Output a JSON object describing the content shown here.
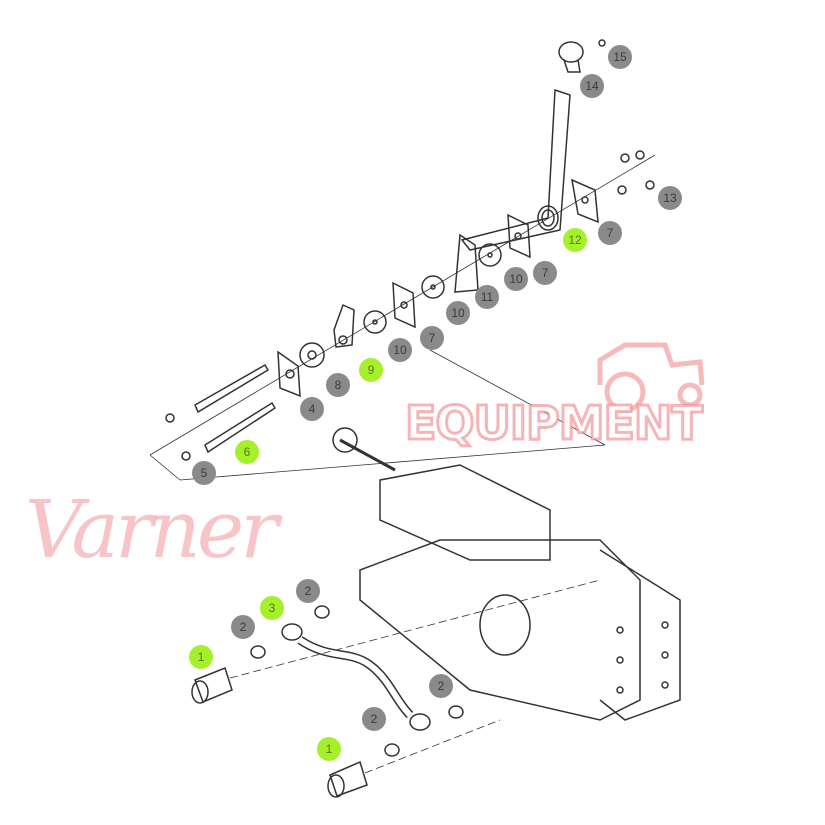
{
  "watermark": {
    "script": "Varner",
    "block": "EQUIPMENT",
    "color": "#f0969b"
  },
  "highlight_color": "#a4f02a",
  "callouts": [
    {
      "label": "15",
      "highlighted": false
    },
    {
      "label": "14",
      "highlighted": false
    },
    {
      "label": "13",
      "highlighted": false
    },
    {
      "label": "12",
      "highlighted": true
    },
    {
      "label": "7",
      "highlighted": false
    },
    {
      "label": "7",
      "highlighted": false
    },
    {
      "label": "10",
      "highlighted": false
    },
    {
      "label": "11",
      "highlighted": false
    },
    {
      "label": "10",
      "highlighted": false
    },
    {
      "label": "7",
      "highlighted": false
    },
    {
      "label": "10",
      "highlighted": false
    },
    {
      "label": "9",
      "highlighted": true
    },
    {
      "label": "8",
      "highlighted": false
    },
    {
      "label": "4",
      "highlighted": false
    },
    {
      "label": "6",
      "highlighted": true
    },
    {
      "label": "5",
      "highlighted": false
    },
    {
      "label": "3",
      "highlighted": true
    },
    {
      "label": "2",
      "highlighted": false
    },
    {
      "label": "2",
      "highlighted": false
    },
    {
      "label": "1",
      "highlighted": true
    },
    {
      "label": "2",
      "highlighted": false
    },
    {
      "label": "2",
      "highlighted": false
    },
    {
      "label": "1",
      "highlighted": true
    }
  ]
}
